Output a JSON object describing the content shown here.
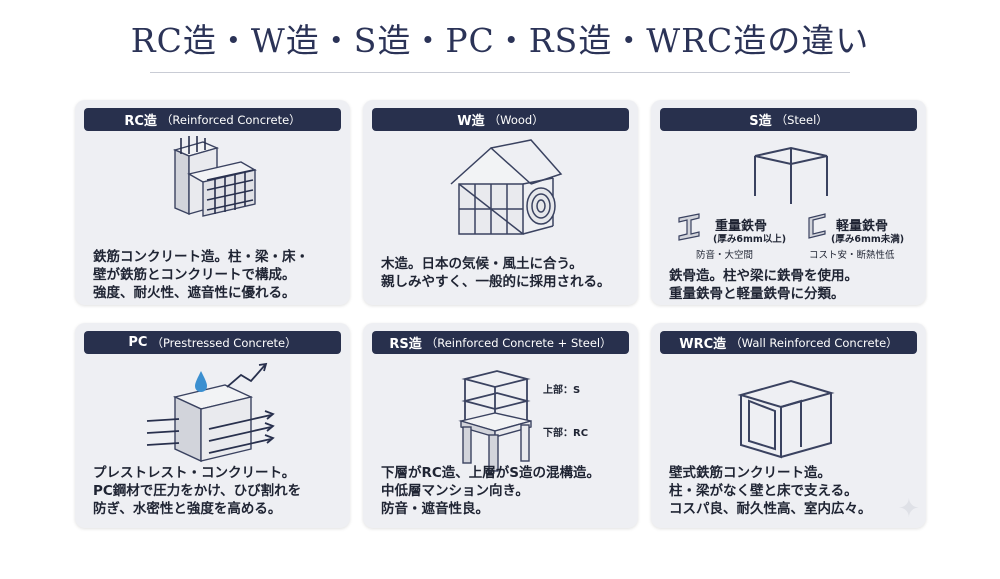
{
  "title": "RC造・W造・S造・PC・RS造・WRC造の違い",
  "cards": [
    {
      "name": "RC造",
      "sub": "（Reinforced Concrete）",
      "desc": [
        "鉄筋コンクリート造。柱・梁・床・",
        "壁が鉄筋とコンクリートで構成。",
        "強度、耐火性、遮音性に優れる。"
      ]
    },
    {
      "name": "W造",
      "sub": "（Wood）",
      "desc": [
        "木造。日本の気候・風土に合う。",
        "親しみやすく、一般的に採用される。"
      ]
    },
    {
      "name": "S造",
      "sub": "（Steel）",
      "heavy": {
        "title": "重量鉄骨",
        "spec": "(厚み6mm以上)",
        "note": "防音・大空間"
      },
      "light": {
        "title": "軽量鉄骨",
        "spec": "(厚み6mm未満)",
        "note": "コスト安・断熱性低"
      },
      "desc": [
        "鉄骨造。柱や梁に鉄骨を使用。",
        "重量鉄骨と軽量鉄骨に分類。"
      ]
    },
    {
      "name": "PC",
      "sub": "（Prestressed Concrete）",
      "desc": [
        "プレストレスト・コンクリート。",
        "PC鋼材で圧力をかけ、ひび割れを",
        "防ぎ、水密性と強度を高める。"
      ]
    },
    {
      "name": "RS造",
      "sub": "（Reinforced Concrete + Steel）",
      "upper": "上部：S",
      "lower": "下部：RC",
      "desc": [
        "下層がRC造、上層がS造の混構造。",
        "中低層マンション向き。",
        "防音・遮音性良。"
      ]
    },
    {
      "name": "WRC造",
      "sub": "（Wall Reinforced Concrete）",
      "desc": [
        "壁式鉄筋コンクリート造。",
        "柱・梁がなく壁と床で支える。",
        "コスパ良、耐久性高、室内広々。"
      ]
    }
  ]
}
